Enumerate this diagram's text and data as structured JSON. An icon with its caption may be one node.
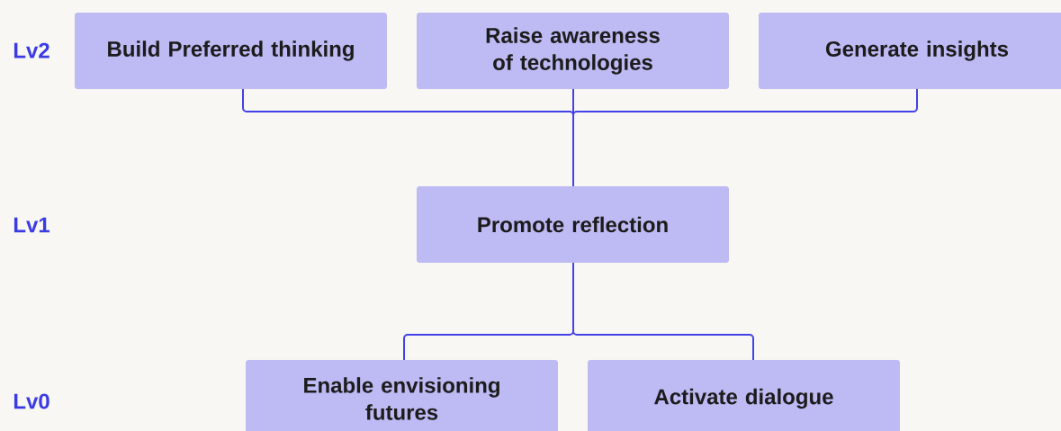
{
  "diagram": {
    "nodes": [
      {
        "text": [
          "Build Preferred thinking"
        ]
      },
      {
        "text": [
          "Raise awareness of technologies"
        ]
      },
      {
        "text": [
          "Generate insights"
        ]
      },
      {
        "text": [
          "Promote reflection"
        ]
      },
      {
        "text": [
          "Enable envisioning futures"
        ]
      },
      {
        "text": [
          "Activate dialogue"
        ]
      }
    ],
    "edges": [
      {
        "from": 0,
        "to": 3,
        "arrow": "none"
      },
      {
        "from": 1,
        "to": 3,
        "arrow": "none"
      },
      {
        "from": 2,
        "to": 3,
        "arrow": "none"
      },
      {
        "from": 3,
        "to": 4,
        "arrow": "none"
      },
      {
        "from": 3,
        "to": 5,
        "arrow": "none"
      }
    ],
    "labels": [
      "Lv2",
      "Lv1",
      "Lv0"
    ]
  }
}
